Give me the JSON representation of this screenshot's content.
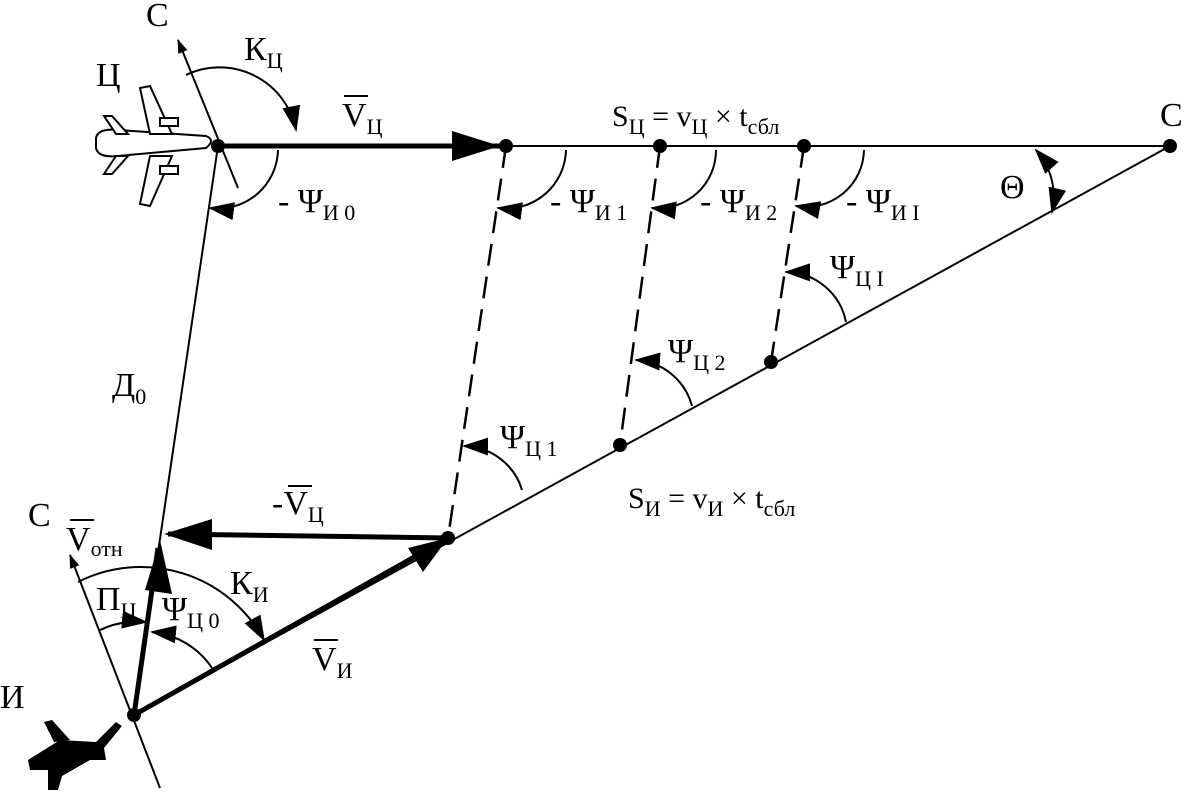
{
  "labels": {
    "north_target": "С",
    "kc_main": "К",
    "kc_sub": "Ц",
    "target_name": "Ц",
    "vc_main": "V",
    "vc_sub": "Ц",
    "sc_formula_s": "S",
    "sc_formula_sub": "Ц",
    "sc_formula_eq": " = v",
    "sc_formula_vsub": "Ц",
    "sc_formula_times": " × t",
    "sc_formula_tsub": "сбл",
    "meeting_point": "С",
    "theta": "Θ",
    "psi_i0_main": "- Ψ",
    "psi_i0_sub": "И 0",
    "psi_i1_main": "- Ψ",
    "psi_i1_sub": "И 1",
    "psi_i2_main": "- Ψ",
    "psi_i2_sub": "И 2",
    "psi_ii_main": "- Ψ",
    "psi_ii_sub": "И I",
    "psi_ci_main": "Ψ",
    "psi_ci_sub": "Ц I",
    "psi_c2_main": "Ψ",
    "psi_c2_sub": "Ц 2",
    "psi_c1_main": "Ψ",
    "psi_c1_sub": "Ц 1",
    "d0_main": "Д",
    "d0_sub": "0",
    "si_formula_s": "S",
    "si_formula_sub": "И",
    "si_formula_eq": " = v",
    "si_formula_vsub": "И",
    "si_formula_times": " × t",
    "si_formula_tsub": "сбл",
    "minus_vc_main": "-V",
    "minus_vc_sub": "Ц",
    "north_interceptor": "С",
    "votn_main": "V",
    "votn_sub": "отн",
    "ki_main": "К",
    "ki_sub": "И",
    "pc_main": "П",
    "pc_sub": "Ц",
    "psi_c0_main": "Ψ",
    "psi_c0_sub": "Ц 0",
    "vi_main": "V",
    "vi_sub": "И",
    "interceptor_name": "И"
  }
}
